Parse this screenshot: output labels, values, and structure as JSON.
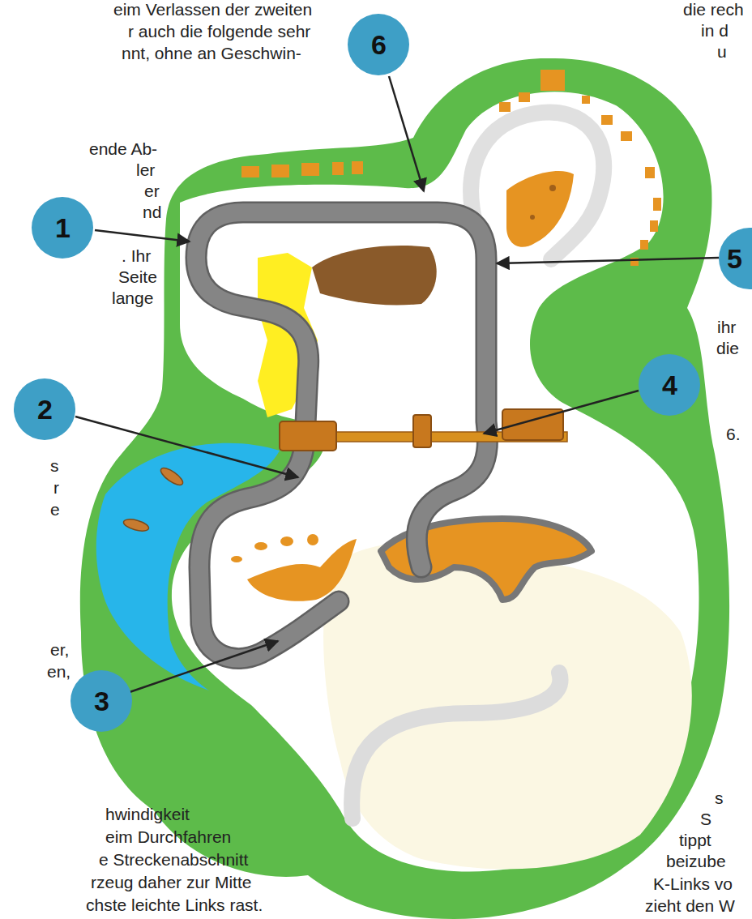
{
  "diagram": {
    "nodes": [
      {
        "text": [
          "1"
        ]
      },
      {
        "text": [
          "2"
        ]
      },
      {
        "text": [
          "3"
        ]
      },
      {
        "text": [
          "4"
        ]
      },
      {
        "text": [
          "5"
        ]
      },
      {
        "text": [
          "6"
        ]
      }
    ],
    "labels": [
      "eim Verlassen der zweiten",
      "r auch die folgende sehr",
      "nnt, ohne an Geschwin-",
      "ende Ab-",
      "ler",
      "er",
      "nd",
      ". Ihr",
      "Seite",
      "lange",
      "s",
      "r",
      "e",
      "er,",
      "en,",
      "hwindigkeit",
      "eim Durchfahren",
      "e Streckenabschnitt",
      "rzeug daher zur Mitte",
      "chste leichte Links rast.",
      "die rech",
      "in d",
      "u",
      "ihr",
      "die",
      "6.",
      "s",
      "S",
      "tippt",
      "beizube",
      "K-Links vo",
      "zieht den W"
    ]
  }
}
